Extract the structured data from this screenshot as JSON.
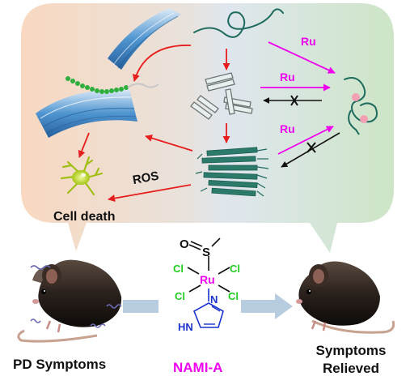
{
  "labels": {
    "ru_top": "Ru",
    "ru_middle": "Ru",
    "ru_lower": "Ru",
    "ros": "ROS",
    "cell_death": "Cell death",
    "pd_symptoms": "PD Symptoms",
    "drug_name": "NAMI-A",
    "symptoms_line1": "Symptoms",
    "symptoms_line2": "Relieved"
  },
  "molecule": {
    "sulfur": "S",
    "oxygen": "O",
    "ruthenium": "Ru",
    "chloride": "Cl",
    "nitrogen": "N",
    "imidazole_nh": "HN"
  },
  "colors": {
    "panel_left": "#f8d9c2",
    "panel_right": "#cfe6c8",
    "ru_arrow": "#ee00ee",
    "red_arrow": "#e61e1e",
    "fibril": "#1e6b5e",
    "membrane": "#3a85c6",
    "neuron": "#b8d61c",
    "chloride_green": "#22cc22",
    "nitrogen_blue": "#1a33cc"
  }
}
